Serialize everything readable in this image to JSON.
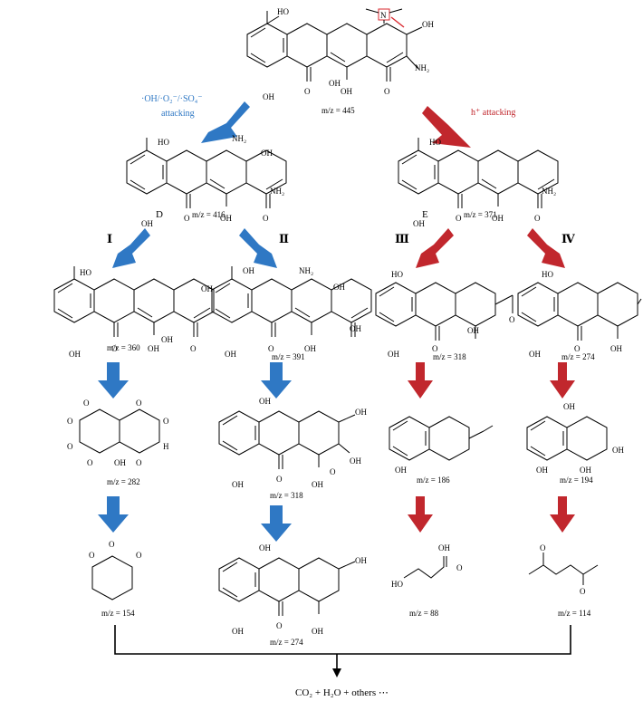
{
  "parent": {
    "mz": "m/z = 445"
  },
  "pathway_labels": {
    "blue_top": "·OH/·O₂⁻/·SO₄⁻",
    "blue_bottom": "attacking",
    "red": "h⁺ attacking"
  },
  "intermediates": {
    "D": {
      "label": "D",
      "mz": "m/z = 416"
    },
    "E": {
      "label": "E",
      "mz": "m/z = 371"
    }
  },
  "routes": {
    "I": {
      "label": "Ⅰ",
      "steps": [
        "m/z = 360",
        "m/z = 282",
        "m/z = 154"
      ]
    },
    "II": {
      "label": "Ⅱ",
      "steps": [
        "m/z = 391",
        "m/z = 318",
        "m/z = 274"
      ]
    },
    "III": {
      "label": "Ⅲ",
      "steps": [
        "m/z = 318",
        "m/z = 186",
        "m/z = 88"
      ]
    },
    "IV": {
      "label": "Ⅳ",
      "steps": [
        "m/z = 274",
        "m/z = 194",
        "m/z = 114"
      ]
    }
  },
  "final_products": "CO₂ + H₂O + others ⋯",
  "atoms": {
    "HO": "HO",
    "OH": "OH",
    "O": "O",
    "N": "N",
    "H": "H",
    "NH2": "NH₂",
    "NH2b": "NH₂"
  },
  "colors": {
    "blue": "#2f78c4",
    "red": "#c1272d",
    "line": "#000000"
  }
}
